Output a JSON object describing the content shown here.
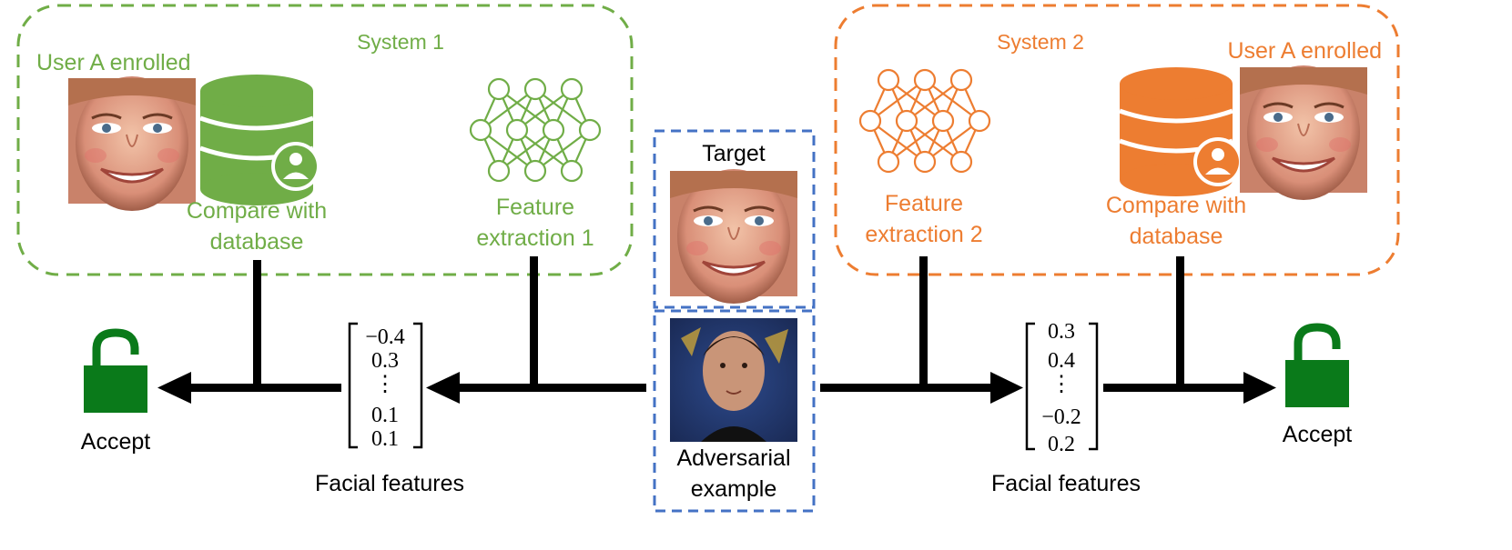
{
  "colors": {
    "system1": "#70ad47",
    "system2": "#ed7d31",
    "center": "#4472c4",
    "lock": "#0a7a1a",
    "arrow": "#000000"
  },
  "system1": {
    "title": "System 1",
    "enrolled": "User A enrolled",
    "compare_line1": "Compare with",
    "compare_line2": "database",
    "feature_line1": "Feature",
    "feature_line2": "extraction 1",
    "icons": [
      "face-photo",
      "database-user-icon",
      "neural-network-icon"
    ]
  },
  "system2": {
    "title": "System 2",
    "enrolled": "User A enrolled",
    "compare_line1": "Compare with",
    "compare_line2": "database",
    "feature_line1": "Feature",
    "feature_line2": "extraction 2",
    "icons": [
      "neural-network-icon",
      "database-user-icon",
      "face-photo"
    ]
  },
  "center": {
    "target_label": "Target",
    "adversarial_line1": "Adversarial",
    "adversarial_line2": "example"
  },
  "left_output": {
    "vector": [
      "−0.4",
      "0.3",
      "⋮",
      "0.1",
      "0.1"
    ],
    "vector_label": "Facial features",
    "result": "Accept",
    "icon": "unlock-icon"
  },
  "right_output": {
    "vector": [
      "0.3",
      "0.4",
      "⋮",
      "−0.2",
      "0.2"
    ],
    "vector_label": "Facial features",
    "result": "Accept",
    "icon": "unlock-icon"
  }
}
